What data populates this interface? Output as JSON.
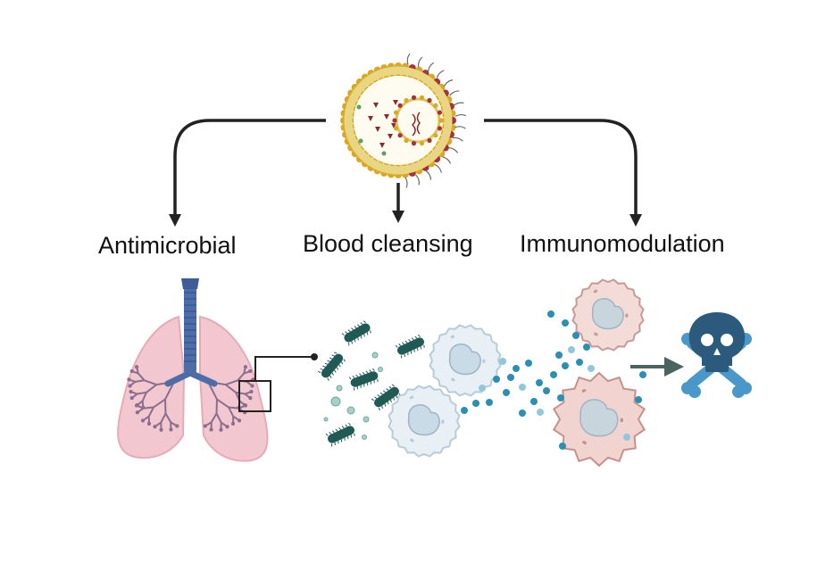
{
  "labels": {
    "antimicrobial": "Antimicrobial",
    "blood_cleansing": "Blood cleansing",
    "immunomodulation": "Immunomodulation"
  },
  "icons": {
    "nanoparticle": "liposome-nanoparticle-icon",
    "lungs": "lungs-icon",
    "bacteria": "bacteria-icon",
    "cell": "immune-cell-icon",
    "skull": "skull-crossbones-icon"
  },
  "colors": {
    "arrow": "#222222",
    "lipid_head": "#d9a826",
    "lipid_tail": "#e7d27a",
    "nanoparticle_core": "#fbf7e2",
    "cargo": "#8a2b2b",
    "lung": "#f2c7cf",
    "lung_vessels": "#8b6e8e",
    "trachea": "#4d6da8",
    "bacteria": "#1f5a54",
    "cytokine": "#2a8fb2",
    "immune_cell": "#dbe9f1",
    "inflamed_cell": "#f1d3cf",
    "skull": "#2c5a7c",
    "bones": "#4a97c9",
    "toxic_arrow": "#4b6460"
  }
}
